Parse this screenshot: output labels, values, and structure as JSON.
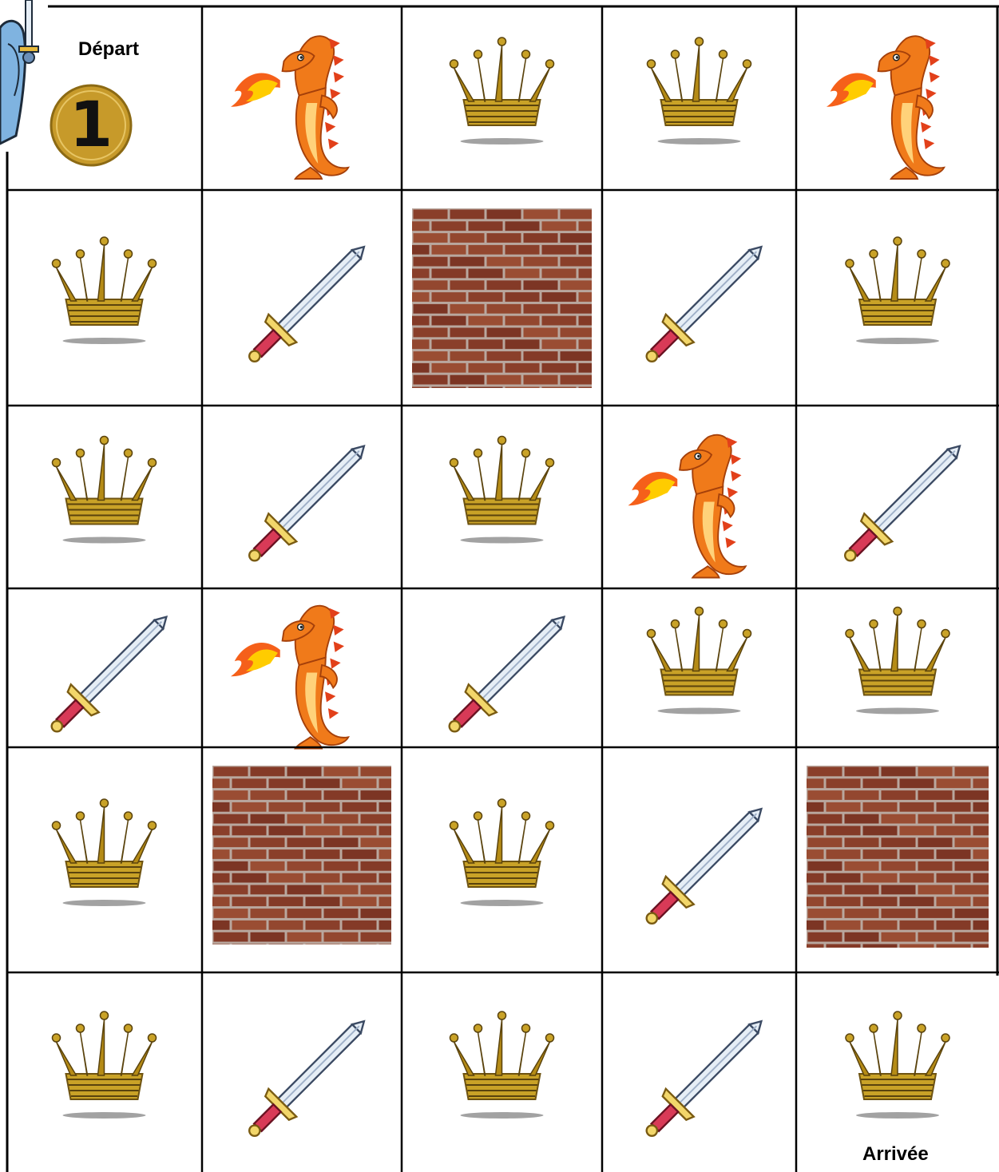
{
  "board": {
    "start_label": "Départ",
    "finish_label": "Arrivée",
    "coin_number": "1",
    "rows": [
      [
        "start",
        "dragon",
        "crown",
        "crown",
        "dragon"
      ],
      [
        "crown",
        "sword",
        "wall",
        "sword",
        "crown"
      ],
      [
        "crown",
        "sword",
        "crown",
        "dragon",
        "sword"
      ],
      [
        "sword",
        "dragon",
        "sword",
        "crown",
        "crown"
      ],
      [
        "crown",
        "wall",
        "crown",
        "sword",
        "wall"
      ],
      [
        "crown",
        "sword",
        "crown",
        "sword",
        "crown"
      ]
    ],
    "icon_names": {
      "dragon": "fire-breathing-dragon-icon",
      "crown": "gold-crown-icon",
      "sword": "sword-icon",
      "wall": "brick-wall-icon",
      "coin": "gold-coin-icon",
      "knight": "knight-icon"
    }
  },
  "colors": {
    "grid": "#000000",
    "brick": "#8a3f2a",
    "mortar": "#b9a79e",
    "gold": "#c9a227",
    "dragon": "#f07a1a",
    "flame": "#ffcc00",
    "blade": "#e6eef6",
    "hilt": "#d83a57"
  }
}
